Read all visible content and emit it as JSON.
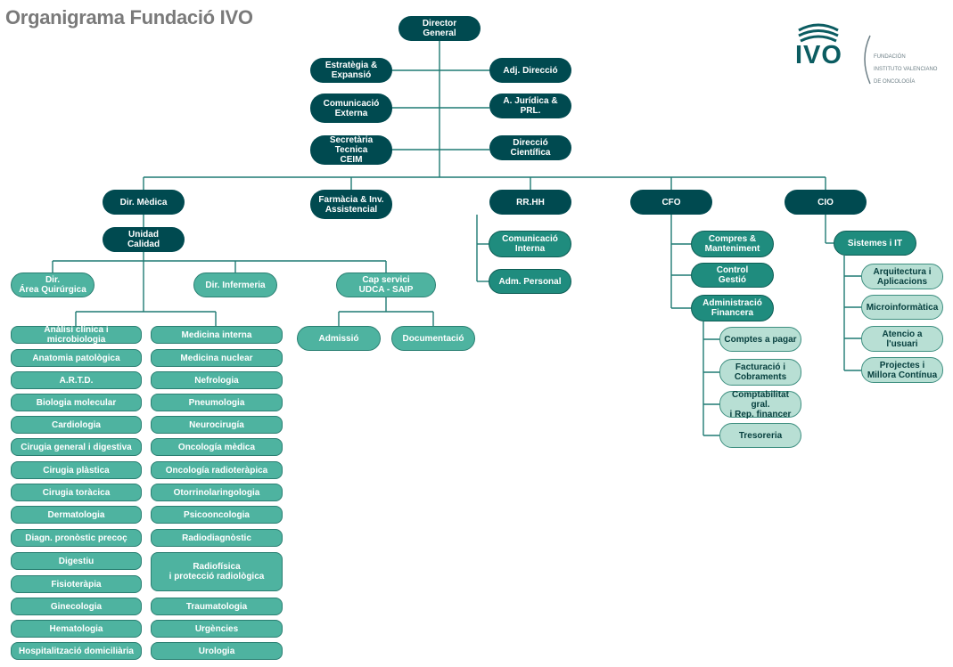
{
  "title": "Organigrama Fundació IVO",
  "logo": {
    "wordmark": "IVO",
    "subtitle_lines": [
      "FUNDACIÓN",
      "INSTITUTO VALENCIANO",
      "DE ONCOLOGÍA"
    ],
    "colors": {
      "primary": "#0b5c61",
      "secondary": "#6d7f86"
    }
  },
  "palette": {
    "dark": "#004a50",
    "green": "#1f8c7e",
    "teal": "#4eb3a0",
    "pale": "#b8dfd4",
    "lines": "#1f7a73"
  },
  "top": {
    "director": "Director\nGeneral",
    "staff_left": [
      "Estratègia &\nExpansió",
      "Comunicació\nExterna",
      "Secretària Tecnica\nCEIM"
    ],
    "staff_right": [
      "Adj. Direcció",
      "A. Jurídica & PRL.",
      "Direcció Científica"
    ]
  },
  "divisions": {
    "medica": "Dir. Mèdica",
    "farmacia": "Farmàcia & Inv.\nAssistencial",
    "rrhh": "RR.HH",
    "cfo": "CFO",
    "cio": "CIO"
  },
  "medica": {
    "calidad": "Unidad\nCalidad",
    "quirurgica": "Dir.\nÁrea Quirúrgica",
    "infermeria": "Dir. Infermeria",
    "udca": "Cap servici\nUDCA - SAIP",
    "admissio": "Admissió",
    "documentacio": "Documentació",
    "services_left": [
      "Anàlisi clínica i microbiologia",
      "Anatomia patològica",
      "A.R.T.D.",
      "Biologia molecular",
      "Cardiologia",
      "Cirugia general i digestiva",
      "Cirugia plàstica",
      "Cirugia toràcica",
      "Dermatologia",
      "Diagn. pronòstic precoç",
      "Digestiu",
      "Fisioteràpia",
      "Ginecologia",
      "Hematologia",
      "Hospitalització domiciliària"
    ],
    "services_right": [
      "Medicina interna",
      "Medicina nuclear",
      "Nefrologia",
      "Pneumologia",
      "Neurocirugía",
      "Oncología mèdica",
      "Oncología radioteràpica",
      "Otorrinolaringologia",
      "Psicooncologia",
      "Radiodiagnòstic",
      "Radiofísica\ni protecció radiològica",
      "Traumatologia",
      "Urgències",
      "Urologia"
    ]
  },
  "rrhh": [
    "Comunicació\nInterna",
    "Adm. Personal"
  ],
  "cfo": {
    "units": [
      "Compres &\nManteniment",
      "Control\nGestió",
      "Administració\nFinancera"
    ],
    "admin_sub": [
      "Comptes a pagar",
      "Facturació i\nCobraments",
      "Comptabilitat gral.\ni Rep. financer",
      "Tresoreria"
    ]
  },
  "cio": {
    "sistemes": "Sistemes i IT",
    "sub": [
      "Arquitectura i\nAplicacions",
      "Microinformàtica",
      "Atencio a\nl'usuari",
      "Projectes i\nMillora Contínua"
    ]
  }
}
